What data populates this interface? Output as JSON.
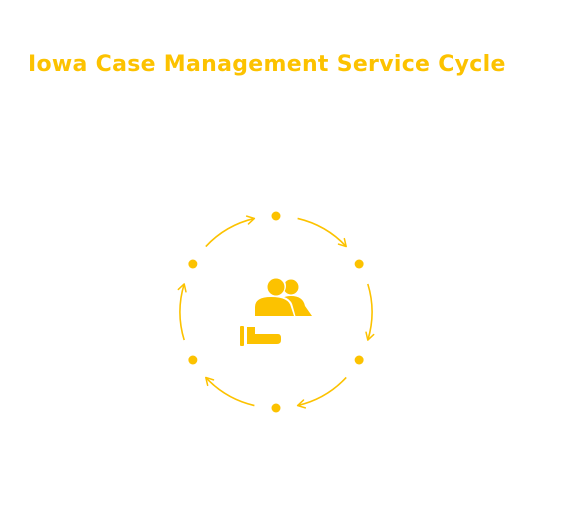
{
  "title": "Iowa Case Management Service Cycle",
  "colors": {
    "accent": "#FCC200",
    "background": "#FFFFFF"
  },
  "cycle": {
    "stage_count": 6,
    "direction": "clockwise",
    "center_icons": [
      "people-group-icon",
      "hand-holding-icon"
    ]
  }
}
